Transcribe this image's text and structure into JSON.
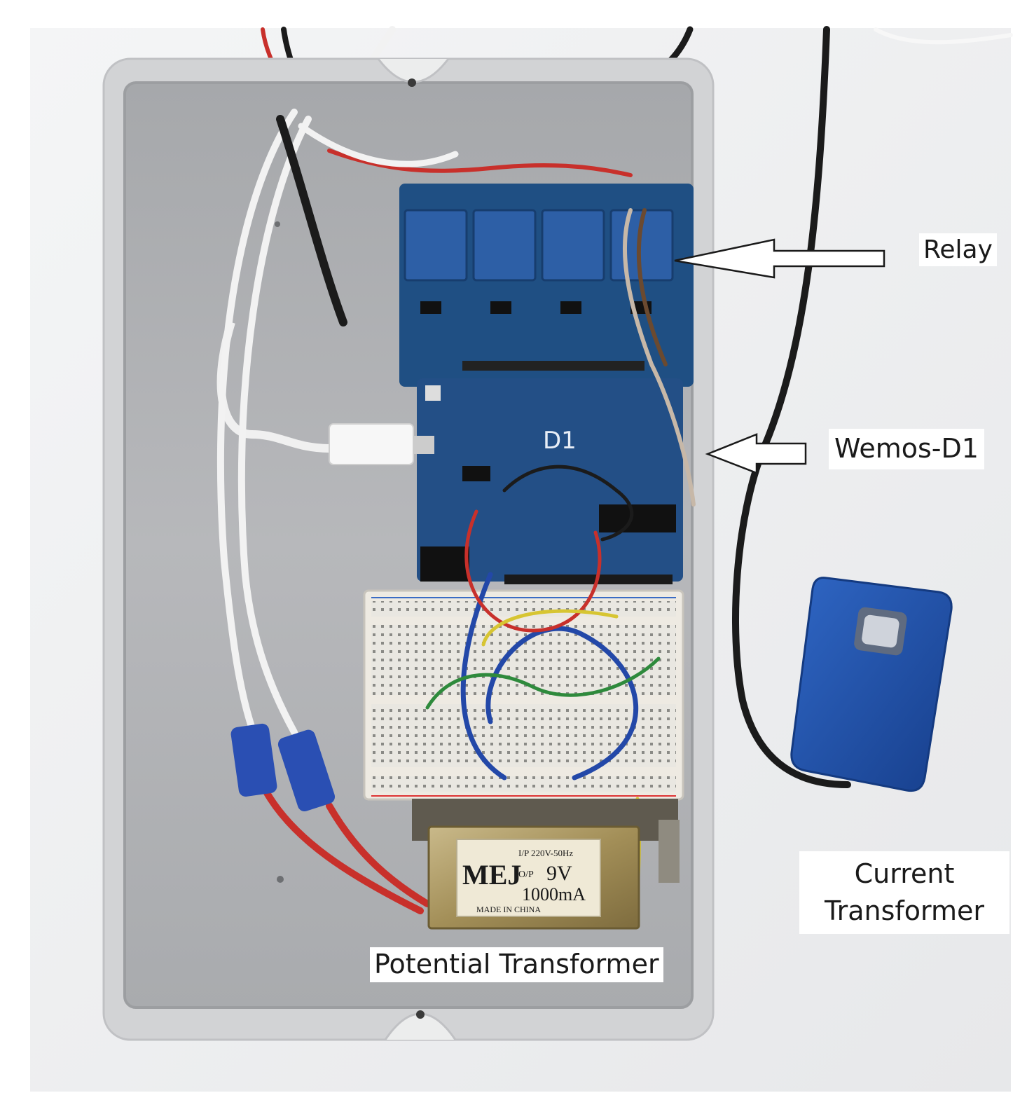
{
  "image": {
    "kind": "annotated-photo"
  },
  "labels": {
    "relay": "Relay",
    "wemos": "Wemos-D1",
    "current_transformer": "Current Transformer",
    "potential_transformer": "Potential Transformer"
  },
  "transformer_sticker": {
    "brand": "MEJ",
    "input": "I/P 220V-50Hz",
    "output_prefix": "O/P",
    "output_voltage": "9V",
    "output_current": "1000mA",
    "origin": "MADE IN CHINA"
  },
  "board_marking": "D1",
  "colors": {
    "background": "#fafafa",
    "enclosure": "#b9babc",
    "enclosure_rim": "#d4d5d7",
    "pcb_blue": "#1f4f83",
    "relay_blue": "#2d5fa6",
    "ct_blue": "#2255b0",
    "wire_red": "#c8302b",
    "wire_white": "#eeeeee",
    "wire_black": "#1b1b1b",
    "label_bg": "#ffffff"
  }
}
